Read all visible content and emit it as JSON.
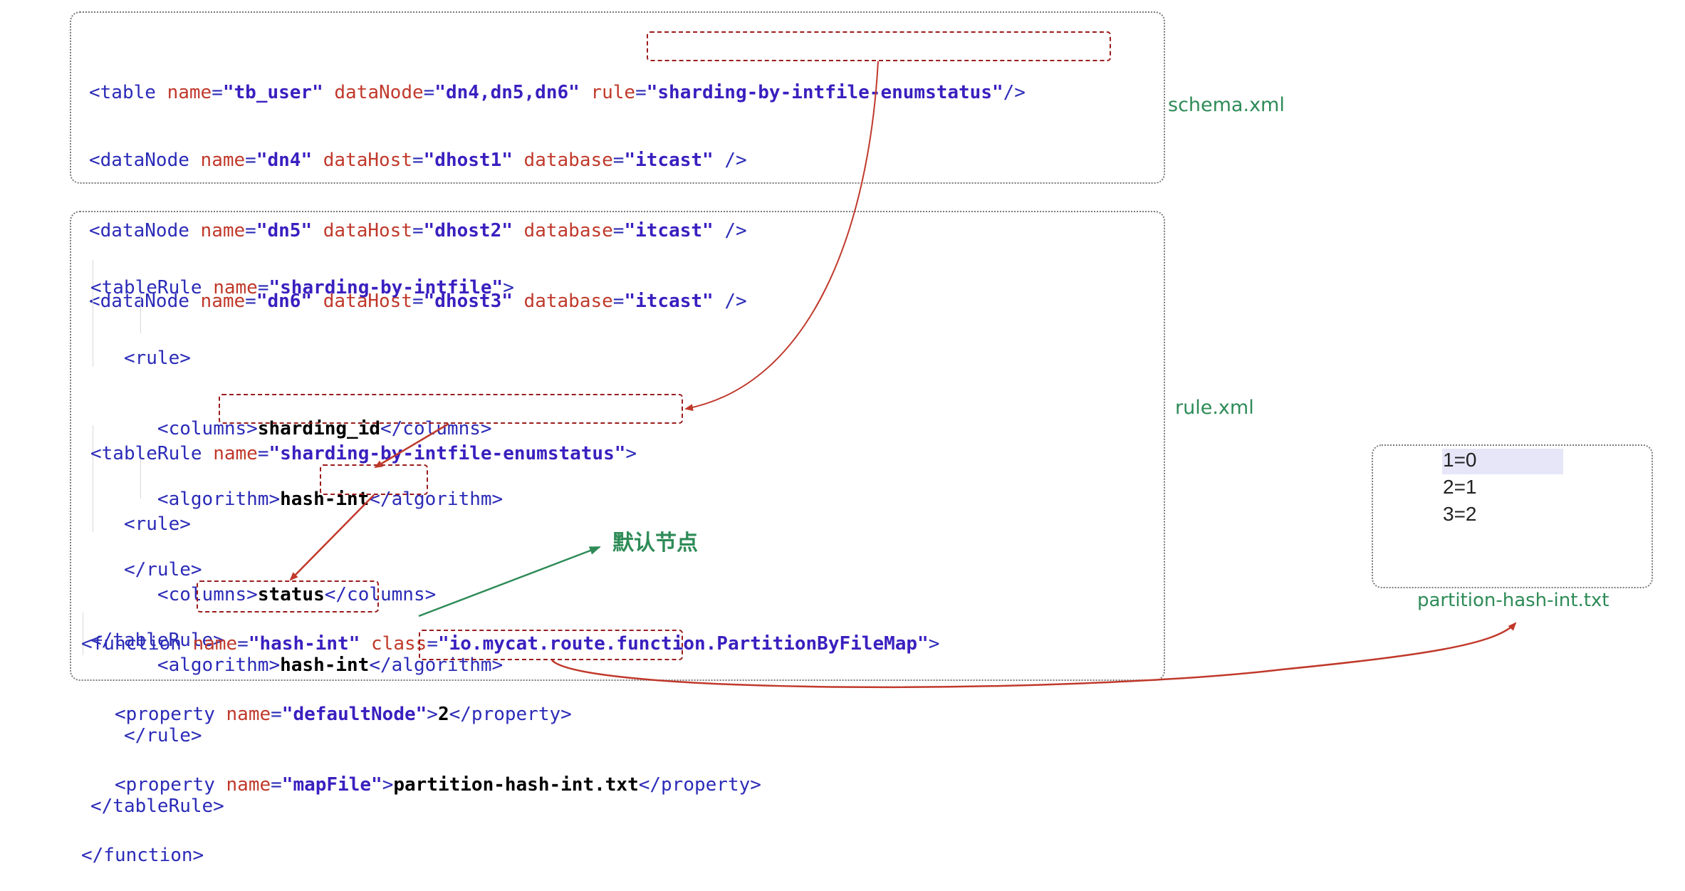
{
  "schema": {
    "table_line": {
      "tag_open": "<table",
      "name_attr": "name",
      "name_value": "\"tb_user\"",
      "datanode_attr": "dataNode",
      "datanode_value": "\"dn4,dn5,dn6\"",
      "rule_attr": "rule",
      "rule_value": "\"sharding-by-intfile-enumstatus\"",
      "tag_close": "/>"
    },
    "datanodes": [
      {
        "name": "\"dn4\"",
        "host": "\"dhost1\"",
        "db": "\"itcast\""
      },
      {
        "name": "\"dn5\"",
        "host": "\"dhost2\"",
        "db": "\"itcast\""
      },
      {
        "name": "\"dn6\"",
        "host": "\"dhost3\"",
        "db": "\"itcast\""
      }
    ],
    "datanode_tag": "<dataNode",
    "name_attr": "name",
    "host_attr": "dataHost",
    "db_attr": "database",
    "close": "/>",
    "file_label": "schema.xml"
  },
  "rule": {
    "rule1": {
      "open": "<tableRule",
      "name_attr": "name",
      "name_value": "\"sharding-by-intfile\"",
      "columns": "sharding_id",
      "algorithm": "hash-int"
    },
    "rule2": {
      "open": "<tableRule",
      "name_attr": "name",
      "name_value": "\"sharding-by-intfile-enumstatus\"",
      "columns": "status",
      "algorithm": "hash-int"
    },
    "tags": {
      "rule_open": "<rule>",
      "rule_close": "</rule>",
      "columns_open": "<columns>",
      "columns_close": "</columns>",
      "algorithm_open": "<algorithm>",
      "algorithm_close": "</algorithm>",
      "tablerule_close": "</tableRule>",
      "gt": ">"
    },
    "function": {
      "open": "<function",
      "name_attr": "name",
      "name_value": "\"hash-int\"",
      "class_attr": "class",
      "class_value": "\"io.mycat.route.function.PartitionByFileMap\"",
      "property_open": "<property",
      "prop1_name": "\"defaultNode\"",
      "prop1_value": "2",
      "prop2_name": "\"mapFile\"",
      "prop2_value": "partition-hash-int.txt",
      "property_close": "</property>",
      "function_close": "</function>"
    },
    "file_label": "rule.xml"
  },
  "mapping_file": {
    "lines": [
      "1=0",
      "2=1",
      "3=2"
    ],
    "file_label": "partition-hash-int.txt"
  },
  "note": "默认节点",
  "colors": {
    "arrow_red": "#c0392b",
    "arrow_green": "#2e8b57",
    "box_dashed": "#9b1c1c",
    "label_green": "#2e8b57"
  }
}
